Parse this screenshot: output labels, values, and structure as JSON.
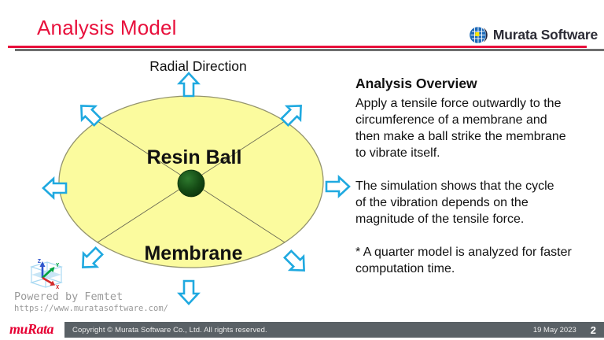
{
  "header": {
    "title": "Analysis Model",
    "logo_text": "Murata Software"
  },
  "diagram": {
    "radial_direction_label": "Radial Direction",
    "resin_ball_label": "Resin Ball",
    "membrane_label": "Membrane"
  },
  "overview": {
    "heading": "Analysis Overview",
    "paragraph1": "Apply a tensile force outwardly to the\ncircumference of a membrane and\nthen make a ball strike the membrane\nto vibrate itself.",
    "paragraph2": "The simulation shows that the cycle\nof the vibration depends on the\nmagnitude of the tensile force.",
    "paragraph3": "* A quarter model is analyzed for faster\ncomputation time."
  },
  "watermark": {
    "powered_by": "Powered by Femtet",
    "url": "https://www.muratasoftware.com/"
  },
  "footer": {
    "brand": "muRata",
    "copyright": "Copyright © Murata Software Co., Ltd. All rights reserved.",
    "date": "19 May 2023",
    "page_number": "2"
  },
  "colors": {
    "brand_red": "#E60033",
    "title_red": "#E8103C",
    "arrow_cyan": "#1FA9E0",
    "ellipse_yellow": "#FBFB9E",
    "ball_green": "#154B15",
    "footer_bar_gray": "#5A6166",
    "logo_blue": "#1E6AB8",
    "logo_yellow": "#FFE600"
  }
}
